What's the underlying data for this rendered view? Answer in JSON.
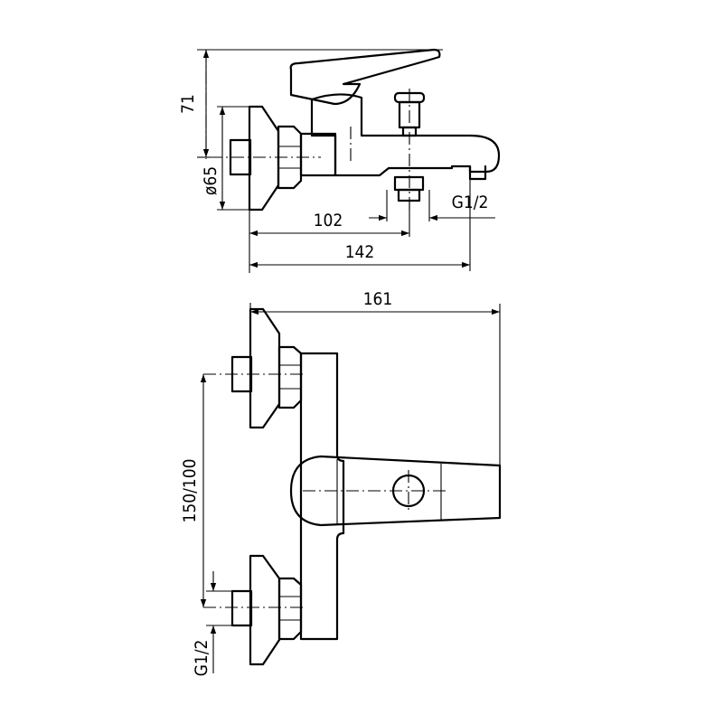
{
  "dimensions": {
    "height_71": "71",
    "diameter_65": "ø65",
    "length_102": "102",
    "length_142": "142",
    "thread_side": "G1/2",
    "width_161": "161",
    "centers_150_100": "150/100",
    "thread_bottom": "G1/2"
  }
}
